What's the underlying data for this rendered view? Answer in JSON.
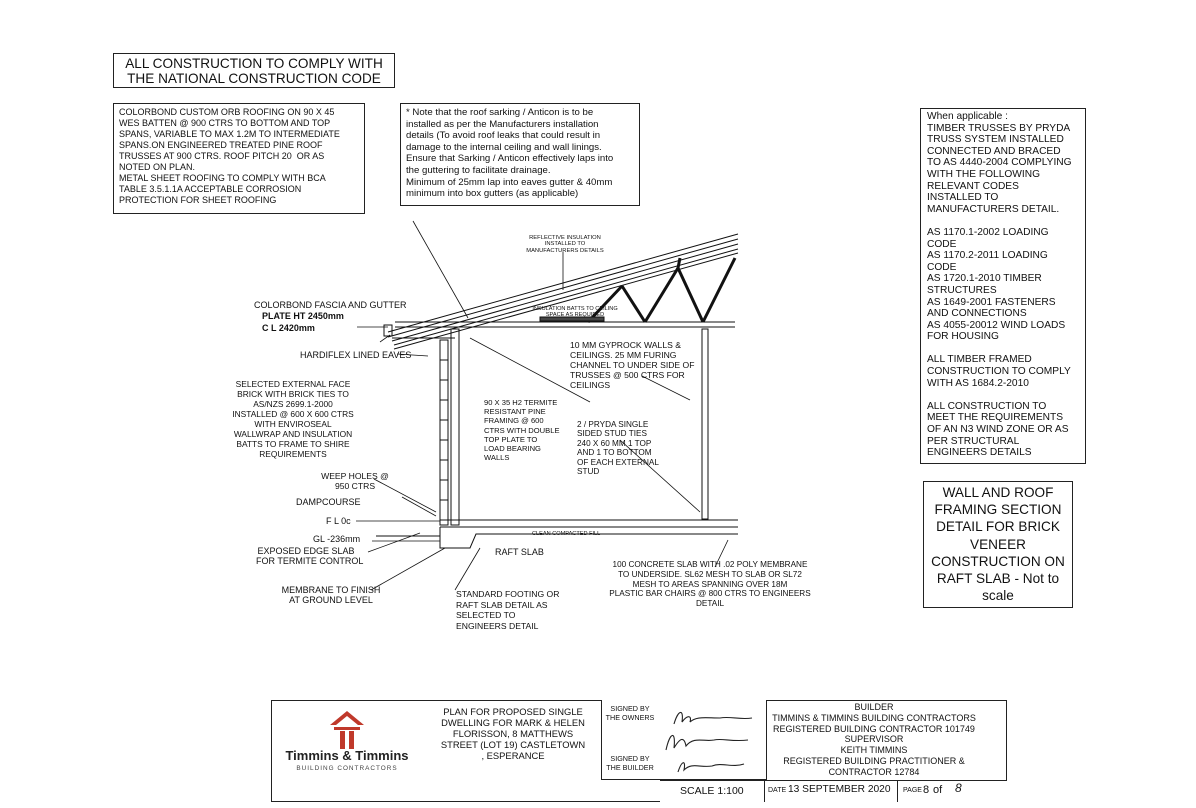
{
  "header_note": [
    "ALL CONSTRUCTION TO COMPLY WITH",
    "THE NATIONAL CONSTRUCTION CODE"
  ],
  "roofing_note": [
    "COLORBOND CUSTOM ORB ROOFING ON 90 X 45",
    "WES BATTEN @ 900 CTRS TO BOTTOM AND TOP",
    "SPANS, VARIABLE TO MAX 1.2M TO INTERMEDIATE",
    "SPANS.ON ENGINEERED TREATED PINE ROOF",
    "TRUSSES AT 900 CTRS. ROOF PITCH 20  OR AS",
    "NOTED ON PLAN.",
    "METAL SHEET ROOFING TO COMPLY WITH BCA",
    "TABLE 3.5.1.1a ACCEPTABLE CORROSION",
    "PROTECTION FOR SHEET ROOFING"
  ],
  "sarking_note": [
    "* Note that the roof sarking / Anticon is to be",
    "installed as per the Manufacturers installation",
    "details (To avoid roof leaks that could result in",
    "damage to the internal ceiling and wall linings.",
    "Ensure that Sarking / Anticon effectively laps into",
    "the guttering to facilitate drainage.",
    "Minimum of 25mm lap into eaves gutter & 40mm",
    "minimum into box gutters (as applicable)"
  ],
  "truss_note": [
    "When applicable :",
    "TIMBER TRUSSES BY PRYDA",
    "TRUSS SYSTEM INSTALLED",
    "CONNECTED AND BRACED",
    "TO AS 4440-2004 COMPLYING",
    "WITH THE FOLLOWING",
    "RELEVANT CODES",
    "INSTALLED TO",
    "MANUFACTURERS DETAIL.",
    "",
    "AS 1170.1-2002 LOADING",
    "CODE",
    "AS 1170.2-2011 LOADING",
    "CODE",
    "AS 1720.1-2010 TIMBER",
    "STRUCTURES",
    "AS 1649-2001 FASTENERS",
    "AND CONNECTIONS",
    "AS 4055-20012 WIND LOADS",
    "FOR HOUSING",
    "",
    "ALL TIMBER FRAMED",
    "CONSTRUCTION TO COMPLY",
    "WITH AS 1684.2-2010",
    "",
    "ALL CONSTRUCTION TO",
    "MEET THE REQUIREMENTS",
    "OF AN N3 WIND ZONE OR AS",
    "PER STRUCTURAL",
    "ENGINEERS DETAILS"
  ],
  "detail_title": [
    "WALL AND ROOF",
    "FRAMING SECTION",
    "DETAIL FOR BRICK",
    "VENEER",
    "CONSTRUCTION ON",
    "RAFT SLAB - Not to",
    "scale"
  ],
  "labels": {
    "reflective": [
      "REFLECTIVE INSULATION",
      "INSTALLED TO",
      "MANUFACTURERS DETAILS"
    ],
    "insulation_batts": [
      "INSULATION BATTS TO CEILING",
      "SPACE AS REQUIRED"
    ],
    "fascia": "COLORBOND FASCIA AND GUTTER",
    "plate_ht": "PLATE HT 2450mm",
    "cl": "C L 2420mm",
    "eaves": "HARDIFLEX LINED EAVES",
    "gyprock": [
      "10 MM GYPROCK WALLS &",
      "CEILINGS. 25 MM FURING",
      "CHANNEL TO UNDER SIDE OF",
      "TRUSSES @ 500 CTRS FOR",
      "CEILINGS"
    ],
    "brick": [
      "SELECTED EXTERNAL FACE",
      "BRICK WITH BRICK TIES TO",
      "AS/NZS 2699.1-2000",
      "INSTALLED @ 600 X 600 CTRS",
      "WITH ENVIROSEAL",
      "WALLWRAP AND INSULATION",
      "BATTS TO FRAME TO SHIRE",
      "REQUIREMENTS"
    ],
    "framing": [
      "90 X 35 H2 TERMITE",
      "RESISTANT PINE",
      "FRAMING @ 600",
      "CTRS WITH DOUBLE",
      "TOP PLATE TO",
      "LOAD BEARING",
      "WALLS"
    ],
    "stud_ties": [
      "2 / PRYDA SINGLE",
      "SIDED STUD TIES",
      "240 X 60 MM 1 TOP",
      "AND 1 TO BOTTOM",
      "OF EACH EXTERNAL",
      "STUD"
    ],
    "weep": [
      "WEEP HOLES @",
      "950 CTRS"
    ],
    "dampcourse": "DAMPCOURSE",
    "fl": "F L 0c",
    "gl": "GL -236mm",
    "fill": "CLEAN COMPACTED FILL",
    "edge": [
      "EXPOSED EDGE SLAB",
      "FOR TERMITE CONTROL"
    ],
    "raft": "RAFT SLAB",
    "slab": [
      "100 CONCRETE SLAB WITH .02 POLY MEMBRANE",
      "TO UNDERSIDE. SL62 MESH TO SLAB OR SL72",
      "MESH TO AREAS SPANNING OVER 18M",
      "PLASTIC BAR CHAIRS @ 800 CTRS TO ENGINEERS",
      "DETAIL"
    ],
    "membrane": [
      "MEMBRANE TO FINISH",
      "AT GROUND LEVEL"
    ],
    "footing": [
      "STANDARD FOOTING OR",
      "RAFT SLAB DETAIL AS",
      "SELECTED TO",
      "ENGINEERS DETAIL"
    ]
  },
  "title_block": {
    "logo_name": "Timmins & Timmins",
    "logo_sub": "BUILDING CONTRACTORS",
    "plan_desc": [
      "PLAN FOR PROPOSED SINGLE",
      "DWELLING FOR MARK & HELEN",
      "FLORISSON, 8 MATTHEWS",
      "STREET (LOT 19) CASTLETOWN",
      ", ESPERANCE"
    ],
    "signed_owners": [
      "SIGNED BY",
      "THE OWNERS"
    ],
    "signed_builder": [
      "SIGNED BY",
      "THE BUILDER"
    ],
    "builder_info": [
      "BUILDER",
      "TIMMINS & TIMMINS BUILDING CONTRACTORS",
      "REGISTERED BUILDING CONTRACTOR 101749",
      "SUPERVISOR",
      "KEITH TIMMINS",
      "REGISTERED BUILDING PRACTITIONER &",
      "CONTRACTOR 12784"
    ],
    "scale": "SCALE 1:100",
    "date_label": "DATE",
    "date": "13 SEPTEMBER 2020",
    "page_label": "PAGE",
    "page": "8",
    "of": "of",
    "page_total": "8"
  }
}
